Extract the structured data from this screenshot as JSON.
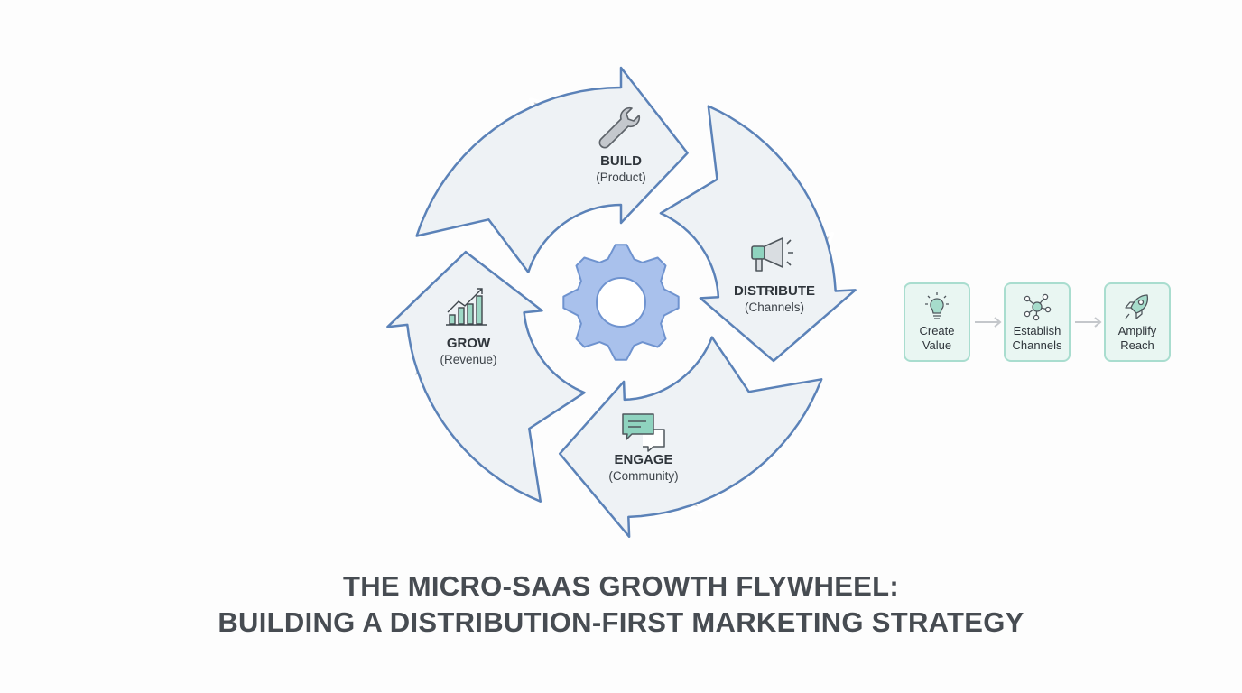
{
  "flywheel": {
    "stages": [
      {
        "title": "BUILD",
        "subtitle": "(Product)",
        "icon": "wrench-icon"
      },
      {
        "title": "DISTRIBUTE",
        "subtitle": "(Channels)",
        "icon": "megaphone-icon"
      },
      {
        "title": "ENGAGE",
        "subtitle": "(Community)",
        "icon": "chat-bubbles-icon"
      },
      {
        "title": "GROW",
        "subtitle": "(Revenue)",
        "icon": "bar-chart-growth-icon"
      }
    ],
    "center_icon": "gear-icon",
    "colors": {
      "outline": "#5b82b8",
      "fill": "#eef2f5",
      "gray_arrow": "#c9ccd1",
      "gear": "#a9c1ec",
      "accent": "#8fd3bf"
    }
  },
  "process": {
    "steps": [
      {
        "line1": "Create",
        "line2": "Value",
        "icon": "lightbulb-icon"
      },
      {
        "line1": "Establish",
        "line2": "Channels",
        "icon": "network-icon"
      },
      {
        "line1": "Amplify",
        "line2": "Reach",
        "icon": "rocket-icon"
      }
    ]
  },
  "title": {
    "line1": "THE MICRO-SAAS GROWTH FLYWHEEL:",
    "line2": "BUILDING A DISTRIBUTION-FIRST MARKETING STRATEGY"
  }
}
